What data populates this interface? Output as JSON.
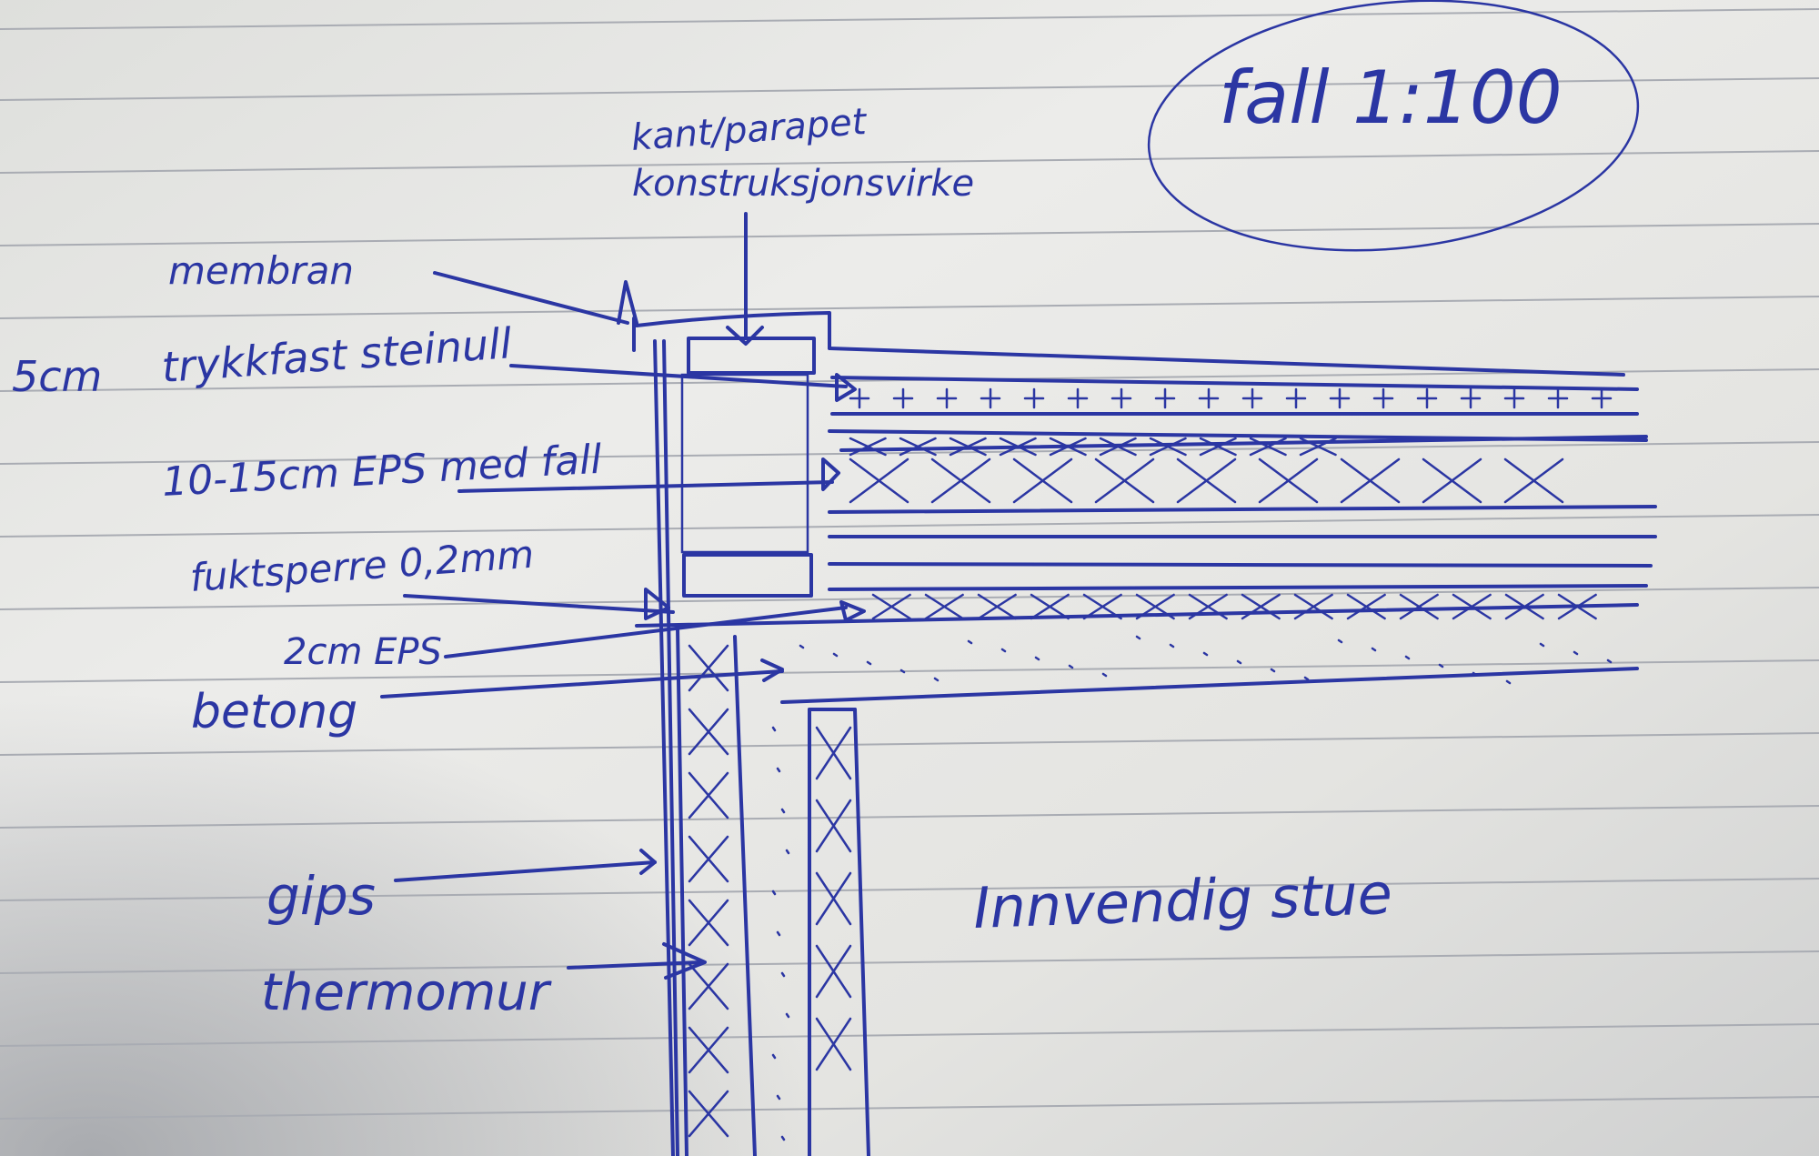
{
  "title": "fall 1:100",
  "colors": {
    "ink": "#2b36a3",
    "paper": "#e8e8e4",
    "rule": "#a9acb3"
  },
  "labels": {
    "parapet_line1": "kant/parapet",
    "parapet_line2": "konstruksjonsvirke",
    "membrane": "membran",
    "stone_wool_thickness": "5cm",
    "stone_wool": "trykkfast steinull",
    "eps_slope": "10-15cm EPS med fall",
    "vapor_barrier": "fuktsperre 0,2mm",
    "eps_2cm": "2cm EPS",
    "concrete": "betong",
    "gypsum": "gips",
    "thermomur": "thermomur",
    "room": "Innvendig stue"
  }
}
